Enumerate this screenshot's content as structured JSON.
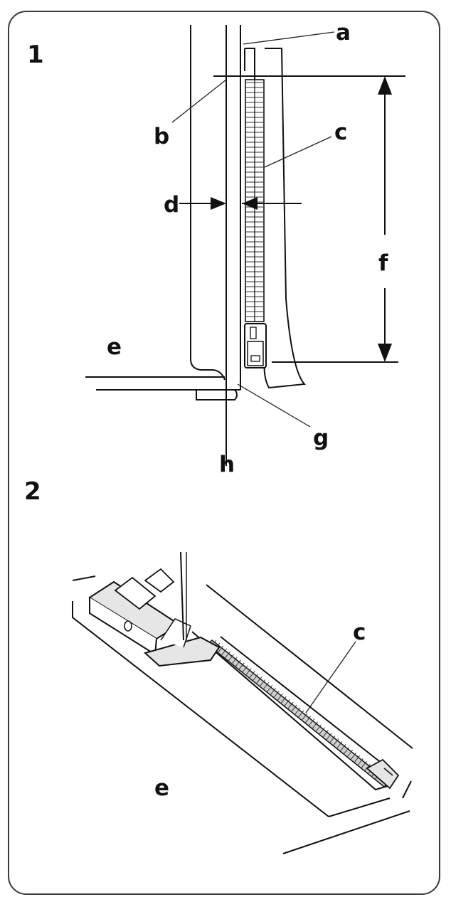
{
  "steps": [
    "1",
    "2"
  ],
  "labels": {
    "a": "a",
    "b": "b",
    "c": "c",
    "d": "d",
    "e": "e",
    "f": "f",
    "g": "g",
    "h": "h"
  },
  "colors": {
    "line": "#111111",
    "frame": "#3a3a3a",
    "fill_grey": "#e6e6e6",
    "zipper_grey": "#9a9a9a"
  }
}
